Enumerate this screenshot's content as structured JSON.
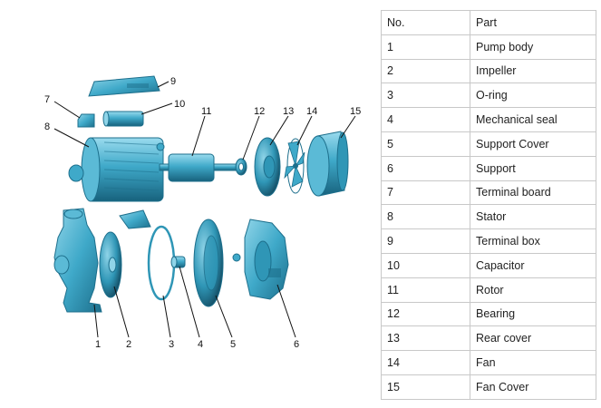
{
  "table": {
    "header_no": "No.",
    "header_part": "Part",
    "rows": [
      {
        "no": "1",
        "part": "Pump body"
      },
      {
        "no": "2",
        "part": "Impeller"
      },
      {
        "no": "3",
        "part": "O-ring"
      },
      {
        "no": "4",
        "part": "Mechanical seal"
      },
      {
        "no": "5",
        "part": "Support Cover"
      },
      {
        "no": "6",
        "part": "Support"
      },
      {
        "no": "7",
        "part": "Terminal board"
      },
      {
        "no": "8",
        "part": "Stator"
      },
      {
        "no": "9",
        "part": "Terminal box"
      },
      {
        "no": "10",
        "part": "Capacitor"
      },
      {
        "no": "11",
        "part": "Rotor"
      },
      {
        "no": "12",
        "part": "Bearing"
      },
      {
        "no": "13",
        "part": "Rear cover"
      },
      {
        "no": "14",
        "part": "Fan"
      },
      {
        "no": "15",
        "part": "Fan Cover"
      }
    ]
  },
  "diagram": {
    "callouts": [
      "1",
      "2",
      "3",
      "4",
      "5",
      "6",
      "7",
      "8",
      "9",
      "10",
      "11",
      "12",
      "13",
      "14",
      "15"
    ]
  },
  "colors": {
    "part_fill": "#3fa9c9",
    "part_dark": "#1d6f8c",
    "part_light": "#8fd4e8"
  }
}
